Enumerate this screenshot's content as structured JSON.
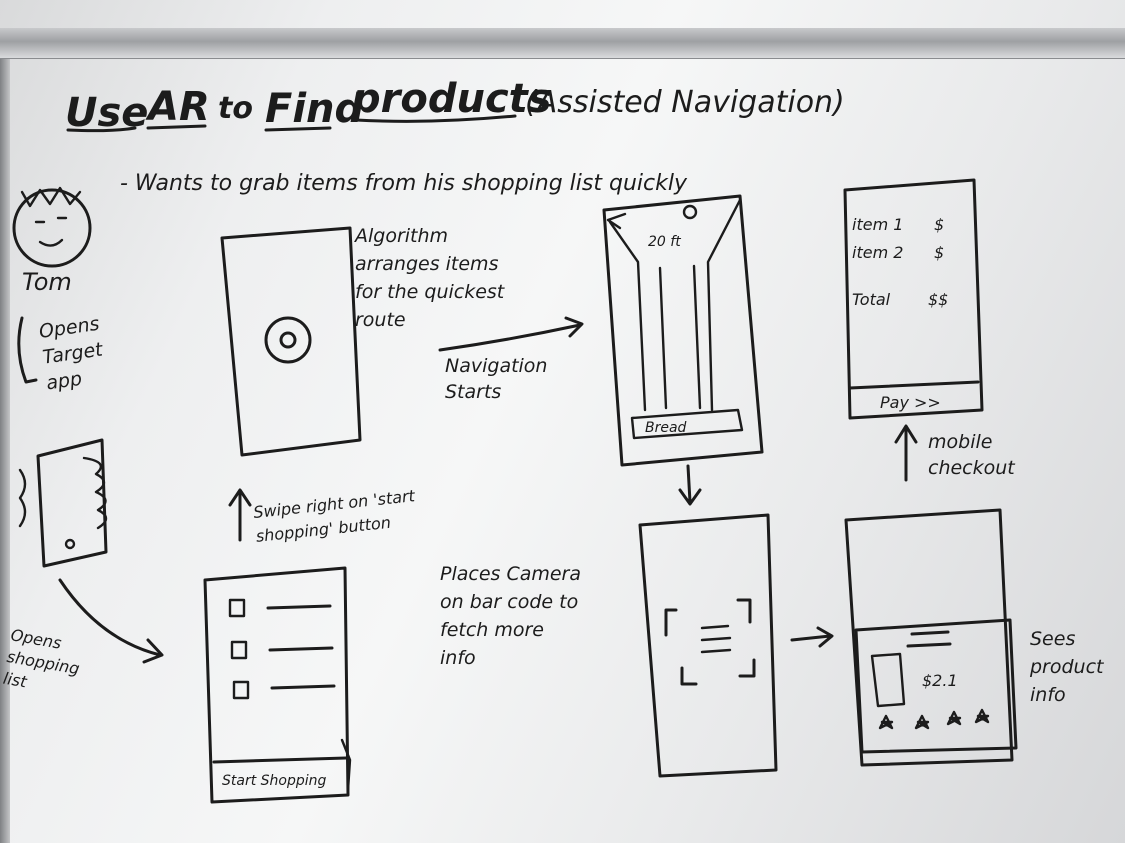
{
  "board": {
    "title": {
      "use": "Use",
      "ar": "AR",
      "to": "to",
      "find": "Find",
      "products": "products",
      "subtitle": "(Assisted Navigation)"
    },
    "persona": {
      "name": "Tom",
      "goal": "- Wants to grab items from his shopping list quickly"
    },
    "steps": {
      "opens_app": "Opens Target app",
      "opens_list": "Opens shopping list",
      "swipe": "Swipe right on 'start shopping' button",
      "algorithm": "Algorithm arranges items for the quickest route",
      "navigation": "Navigation Starts",
      "places_camera": "Places Camera on bar code to fetch more info",
      "sees_info": "Sees product info",
      "checkout": "mobile checkout"
    },
    "screens": {
      "list_button": "Start Shopping",
      "nav_distance": "20 ft",
      "nav_item": "Bread",
      "cart_item1": "item 1",
      "cart_item2": "item 2",
      "cart_price": "$",
      "cart_total": "Total",
      "cart_total_value": "$$",
      "cart_pay": "Pay >>",
      "product_price": "$2.1"
    }
  }
}
